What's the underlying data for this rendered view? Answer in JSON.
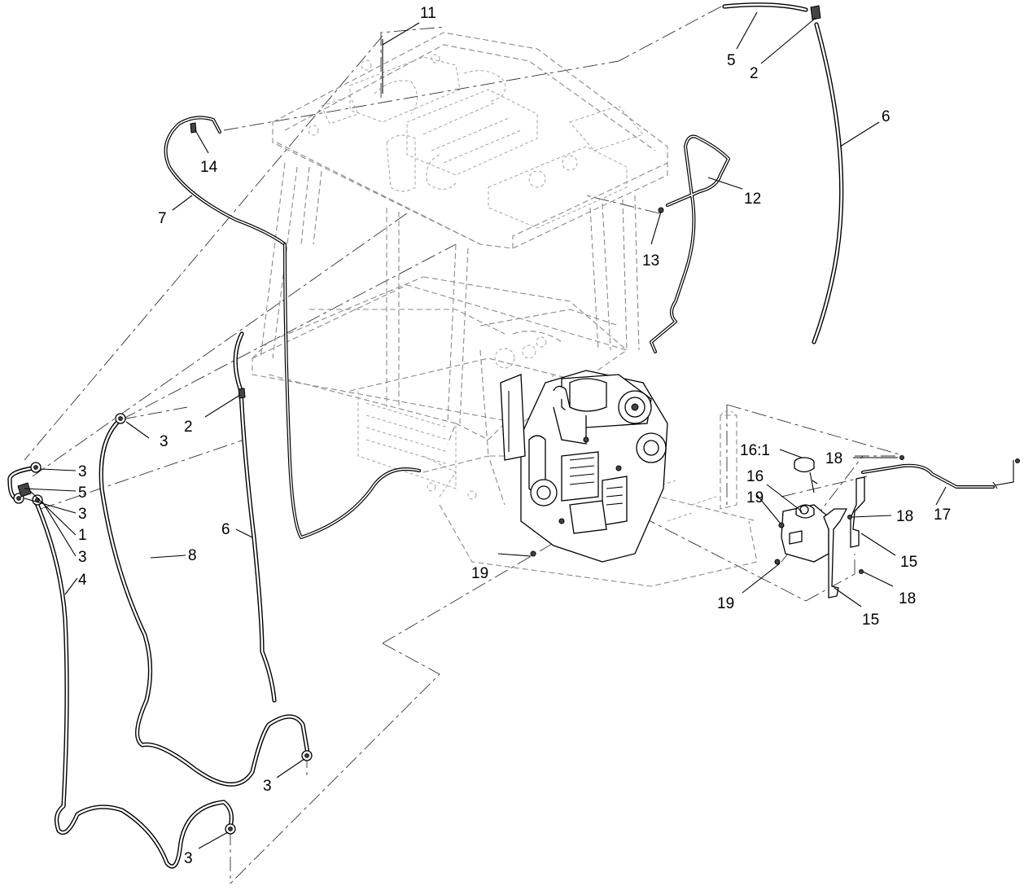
{
  "diagram": {
    "callouts": [
      {
        "id": "c11",
        "text": "11"
      },
      {
        "id": "c5a",
        "text": "5"
      },
      {
        "id": "c2a",
        "text": "2"
      },
      {
        "id": "c6a",
        "text": "6"
      },
      {
        "id": "c14",
        "text": "14"
      },
      {
        "id": "c7",
        "text": "7"
      },
      {
        "id": "c12",
        "text": "12"
      },
      {
        "id": "c13",
        "text": "13"
      },
      {
        "id": "c2b",
        "text": "2"
      },
      {
        "id": "c3a",
        "text": "3"
      },
      {
        "id": "c3b",
        "text": "3"
      },
      {
        "id": "c5b",
        "text": "5"
      },
      {
        "id": "c3c",
        "text": "3"
      },
      {
        "id": "c1",
        "text": "1"
      },
      {
        "id": "c3d",
        "text": "3"
      },
      {
        "id": "c4",
        "text": "4"
      },
      {
        "id": "c8",
        "text": "8"
      },
      {
        "id": "c6b",
        "text": "6"
      },
      {
        "id": "c19a",
        "text": "19"
      },
      {
        "id": "c16_1",
        "text": "16:1"
      },
      {
        "id": "c16",
        "text": "16"
      },
      {
        "id": "c19b",
        "text": "19"
      },
      {
        "id": "c18a",
        "text": "18"
      },
      {
        "id": "c17",
        "text": "17"
      },
      {
        "id": "c18b",
        "text": "18"
      },
      {
        "id": "c15a",
        "text": "15"
      },
      {
        "id": "c19c",
        "text": "19"
      },
      {
        "id": "c18c",
        "text": "18"
      },
      {
        "id": "c15b",
        "text": "15"
      },
      {
        "id": "c3e",
        "text": "3"
      },
      {
        "id": "c3f",
        "text": "3"
      }
    ]
  }
}
